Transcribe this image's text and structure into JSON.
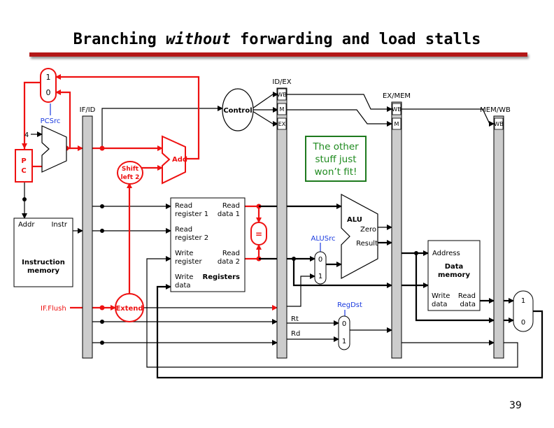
{
  "title": {
    "prefix": "Branching ",
    "emph": "without",
    "suffix": " forwarding and load stalls"
  },
  "page_number": "39",
  "note": {
    "line1": "The other",
    "line2": "stuff just",
    "line3": "won’t fit!"
  },
  "colors": {
    "red": "#e11",
    "black": "#000",
    "blue": "#1a3adf",
    "green": "#1e7a1e",
    "title_rule": "#b41818"
  },
  "labels": {
    "pcsrc": "PCSrc",
    "four": "4",
    "pc": {
      "l1": "P",
      "l2": "C"
    },
    "mux_top": {
      "one": "1",
      "zero": "0"
    },
    "ifid": "IF/ID",
    "idex": "ID/EX",
    "exmem": "EX/MEM",
    "memwb": "MEM/WB",
    "control": "Control",
    "wb": "WB",
    "m": "M",
    "ex": "EX",
    "add": "Add",
    "shift": {
      "l1": "Shift",
      "l2": "left 2"
    },
    "imem": {
      "addr": "Addr",
      "instr": "Instr",
      "l1": "Instruction",
      "l2": "memory"
    },
    "regs": {
      "read_reg1_a": "Read",
      "read_reg1_b": "register 1",
      "read_data1_a": "Read",
      "read_data1_b": "data 1",
      "read_reg2_a": "Read",
      "read_reg2_b": "register 2",
      "write_reg_a": "Write",
      "write_reg_b": "register",
      "read_data2_a": "Read",
      "read_data2_b": "data 2",
      "write_data_a": "Write",
      "write_data_b": "data",
      "name": "Registers"
    },
    "equals": "=",
    "alu": {
      "name": "ALU",
      "zero": "Zero",
      "result": "Result"
    },
    "alusrc": "ALUSrc",
    "alumux": {
      "zero": "0",
      "one": "1"
    },
    "regdst": "RegDst",
    "rdmux": {
      "zero": "0",
      "one": "1"
    },
    "rt": "Rt",
    "rd": "Rd",
    "dmem": {
      "address": "Address",
      "l1": "Data",
      "l2": "memory",
      "write_a": "Write",
      "write_b": "data",
      "read_a": "Read",
      "read_b": "data"
    },
    "wbmux": {
      "one": "1",
      "zero": "0"
    },
    "ifflush": "IF.Flush",
    "extend": "Extend"
  }
}
